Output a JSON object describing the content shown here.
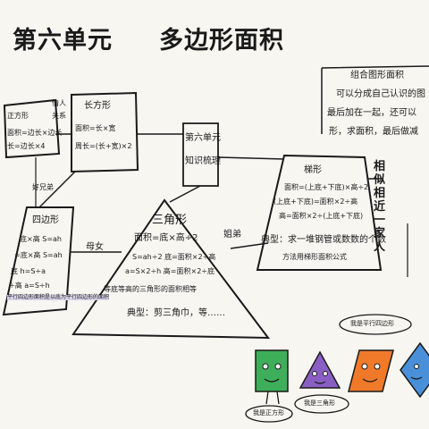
{
  "title": {
    "unit": "第六单元",
    "topic": "多边形面积"
  },
  "composite": {
    "heading": "组合图形面积",
    "lines": [
      "可以分成自己认识的图",
      "最后加在一起，还可以",
      "形，求面积，最后做减"
    ]
  },
  "center_box": [
    "第六单元",
    "知识梳理"
  ],
  "rectangle": {
    "name": "长方形",
    "formula_area": "面积=长×宽",
    "formula_perimeter": "周长=(长+宽)×2"
  },
  "square": {
    "name": "正方形",
    "formula_area": "面积=边长×边长",
    "formula_perimeter": "长=边长×4"
  },
  "parallelogram": {
    "name": "四边形",
    "lines": [
      "底×高  S=ah",
      "=底×高  S=ah",
      "底 h=S÷a",
      "÷高 a=S÷h"
    ],
    "note": "平行四边形面积是以底为平行四边形的面积"
  },
  "triangle": {
    "name": "三角形",
    "formula": "面积=底×高÷2",
    "variants": "S=ah÷2  底=面积×2÷高",
    "variants2": "a=S×2÷h  高=面积×2÷底",
    "rule": "等底等高的三角形的面积相等",
    "example": "典型：剪三角巾，等……"
  },
  "trapezoid": {
    "name": "梯形",
    "lines": [
      "面积=(上底+下底)×高÷2",
      "(上底+下底)=面积×2÷高",
      "高=面积×2÷(上底+下底)"
    ],
    "example": "典型：求一堆钢管或数数的个数",
    "example2": "方法用梯形面积公式"
  },
  "relations": {
    "rect_square": "情人",
    "rect_square2": "关系",
    "rect_parallelogram": "好兄弟",
    "mother_daughter": "母女",
    "sisters": "姐弟",
    "like_family": "相似相近一家人"
  },
  "characters": {
    "square_says": "我是正方形",
    "triangle_says": "我是三角形",
    "parallelogram_says": "我是平行四边形"
  },
  "colors": {
    "square_char": "#3fae5a",
    "triangle_char": "#8a5fc4",
    "parallelogram_char": "#f07a2a",
    "rhombus_char": "#4a90d9",
    "ink": "#1a1a1a"
  }
}
